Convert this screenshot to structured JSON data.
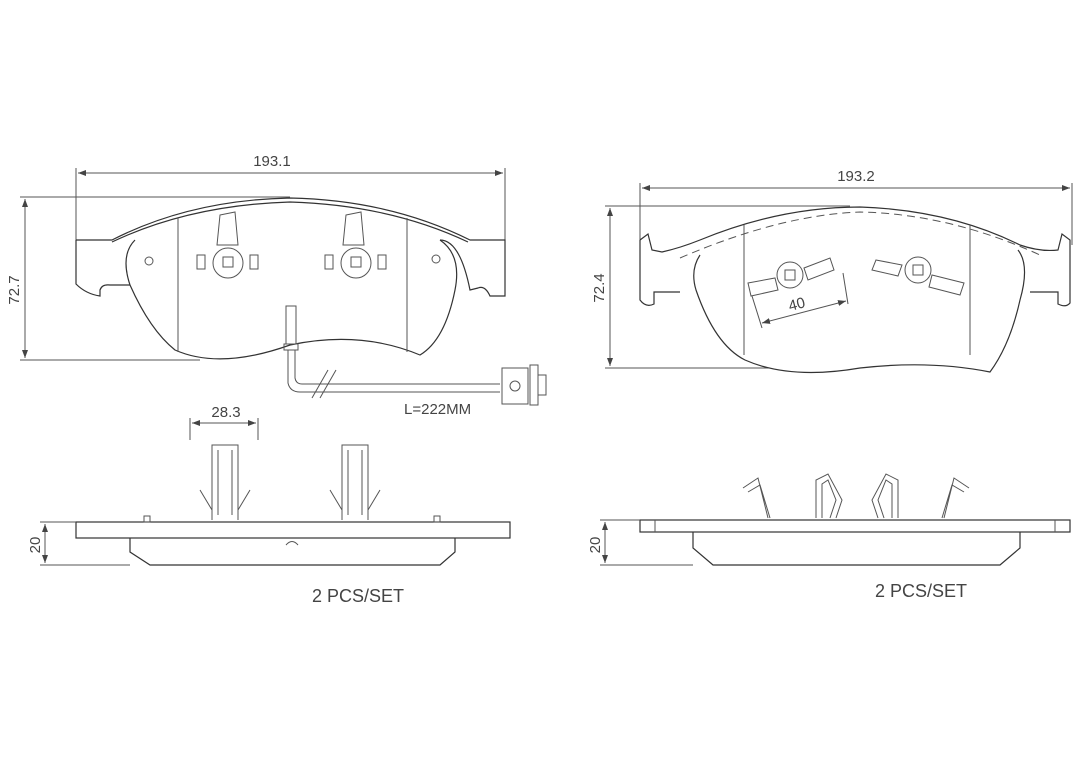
{
  "left_pad": {
    "width_dim": "193.1",
    "height_dim": "72.7",
    "clip_dim": "28.3",
    "thickness_dim": "20",
    "wire_length": "L=222MM",
    "quantity": "2  PCS/SET"
  },
  "right_pad": {
    "width_dim": "193.2",
    "height_dim": "72.4",
    "clip_spacing_dim": "40",
    "thickness_dim": "20",
    "quantity": "2  PCS/SET"
  }
}
